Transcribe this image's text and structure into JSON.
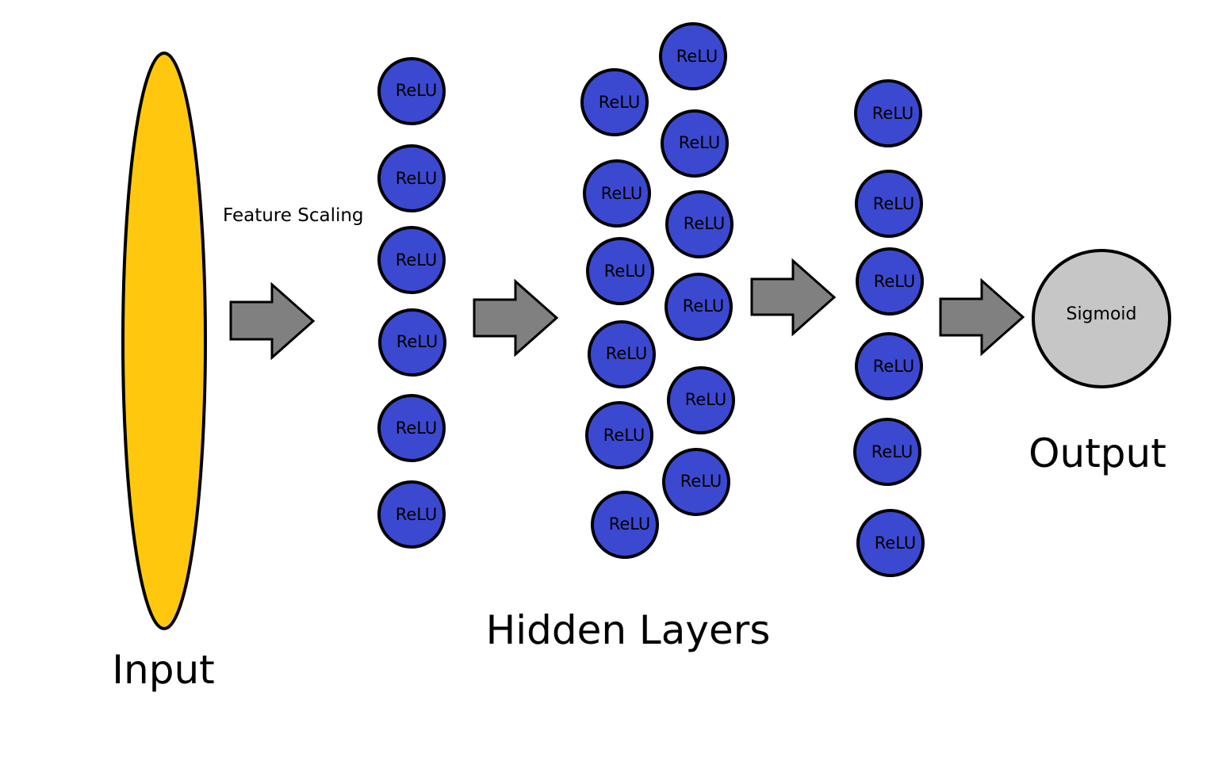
{
  "labels": {
    "input": "Input",
    "hidden": "Hidden Layers",
    "output": "Output",
    "feature_scaling": "Feature Scaling"
  },
  "node_activation": "ReLU",
  "output_activation": "Sigmoid",
  "colors": {
    "input_fill": "#FFC80F",
    "node_fill": "#3B49D0",
    "output_fill": "#C6C6C6",
    "arrow_fill": "#808080",
    "stroke": "#000000"
  }
}
